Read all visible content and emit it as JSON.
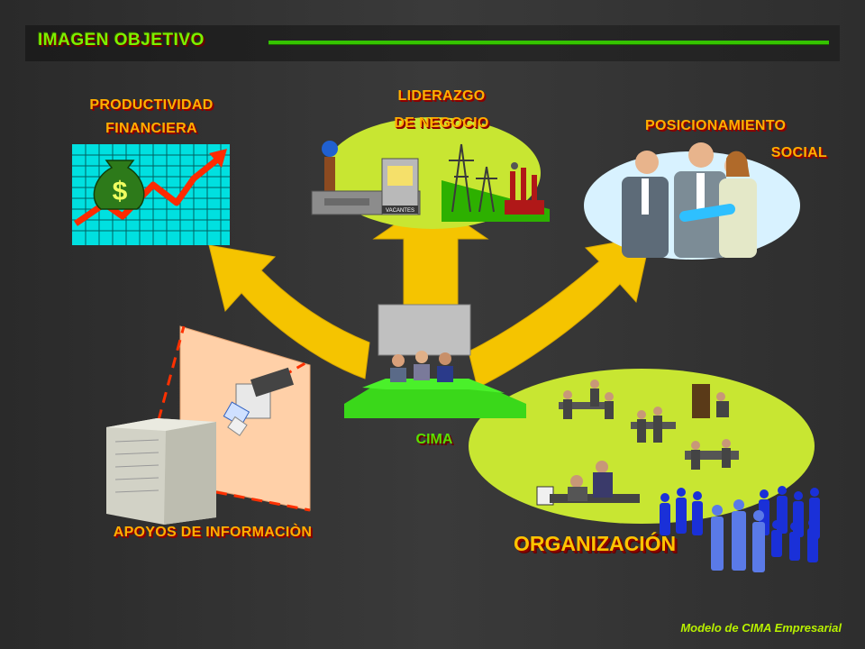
{
  "header": {
    "title": "IMAGEN OBJETIVO"
  },
  "labels": {
    "productividad_1": "PRODUCTIVIDAD",
    "productividad_2": "FINANCIERA",
    "liderazgo_1": "LIDERAZGO",
    "liderazgo_2": "DE NEGOCIO",
    "posicionamiento_1": "POSICIONAMIENTO",
    "posicionamiento_2": "SOCIAL",
    "cima": "CIMA",
    "apoyos": "APOYOS DE INFORMACIÒN",
    "organizacion": "ORGANIZACIÓN"
  },
  "factory_sign": "VACANTES",
  "footer": "Modelo de CIMA Empresarial",
  "colors": {
    "title_green": "#7cf000",
    "label_orange": "#ffb000",
    "arrow_yellow": "#f5c400",
    "ellipse_green": "#c8e632",
    "ellipse_lightblue": "#d8f2ff",
    "panel_peach": "#ffd0a8"
  },
  "icons": [
    "money-bag-icon",
    "growth-chart-icon",
    "factory-icon",
    "power-tower-icon",
    "handshake-icon",
    "server-icon",
    "meeting-table-icon",
    "crowd-icon"
  ]
}
